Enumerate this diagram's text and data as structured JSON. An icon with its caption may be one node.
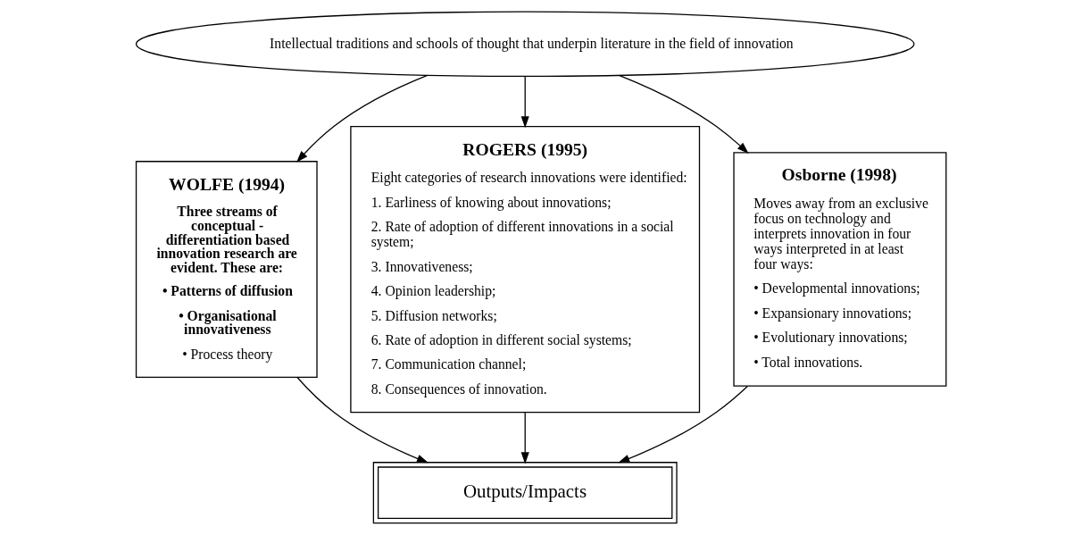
{
  "diagram": {
    "nodes": [
      {
        "text": [
          "Intellectual traditions and schools of thought that underpin literature in the field of innovation"
        ]
      },
      {
        "text": [
          "WOLFE (1994)",
          "Three streams of conceptual - differentiation based innovation research are evident. These are:",
          "• Patterns of diffusion",
          "• Organisational innovativeness",
          "• Process theory"
        ]
      },
      {
        "text": [
          "ROGERS (1995)",
          "Eight categories of research innovations were identified:",
          "1. Earliness of knowing about innovations;",
          "2. Rate of adoption of different innovations in a social system;",
          "3. Innovativeness;",
          "4. Opinion leadership;",
          "5. Diffusion networks;",
          "6. Rate of adoption in different social systems;",
          "7. Communication channel;",
          "8. Consequences of innovation."
        ]
      },
      {
        "text": [
          "Osborne (1998)",
          "Moves away from an exclusive focus on technology and interprets innovation in four ways interpreted in at least four ways:",
          "• Developmental innovations;",
          "• Expansionary innovations;",
          "• Evolutionary innovations;",
          "• Total innovations."
        ]
      },
      {
        "text": [
          "Outputs/Impacts"
        ]
      }
    ],
    "edges": [
      {
        "from": 0,
        "to": 1,
        "arrow": "to"
      },
      {
        "from": 0,
        "to": 2,
        "arrow": "to"
      },
      {
        "from": 0,
        "to": 3,
        "arrow": "to"
      },
      {
        "from": 1,
        "to": 4,
        "arrow": "to"
      },
      {
        "from": 2,
        "to": 4,
        "arrow": "to"
      },
      {
        "from": 3,
        "to": 4,
        "arrow": "to"
      }
    ]
  }
}
